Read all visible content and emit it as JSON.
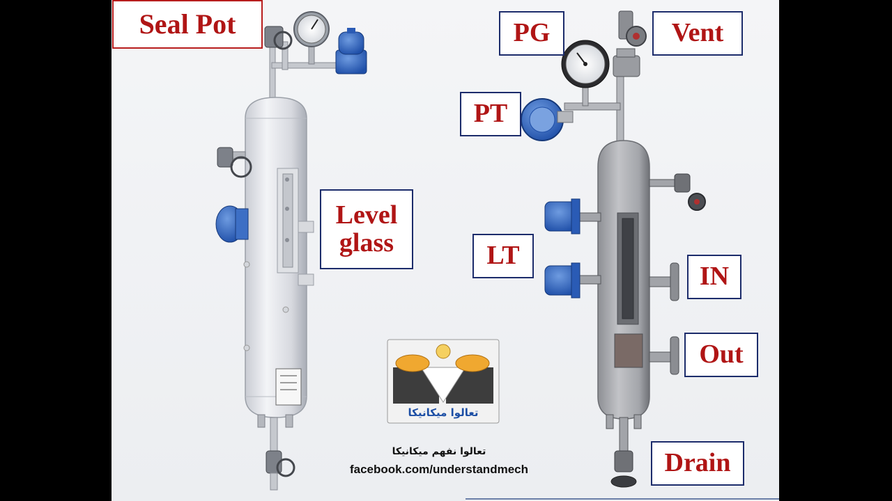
{
  "slide": {
    "labels": {
      "seal_pot": "Seal Pot",
      "level_glass_line1": "Level",
      "level_glass_line2": "glass",
      "pg": "PG",
      "vent": "Vent",
      "pt": "PT",
      "lt": "LT",
      "in": "IN",
      "out": "Out",
      "drain": "Drain"
    },
    "logo_text": "تعالوا ميكانيكا",
    "caption_arabic": "تعالوا نفهم ميكانيكا",
    "caption_url": "facebook.com/understandmech",
    "colors": {
      "label_text": "#b01515",
      "border_red": "#b81d1d",
      "border_navy": "#1c2c6b",
      "instrument_blue": "#3a6fc2"
    },
    "icons": [
      "pressure-gauge-icon",
      "transmitter-icon",
      "valve-icon",
      "seal-pot-vessel-icon",
      "level-glass-icon",
      "flange-icon",
      "logo-icon"
    ]
  }
}
